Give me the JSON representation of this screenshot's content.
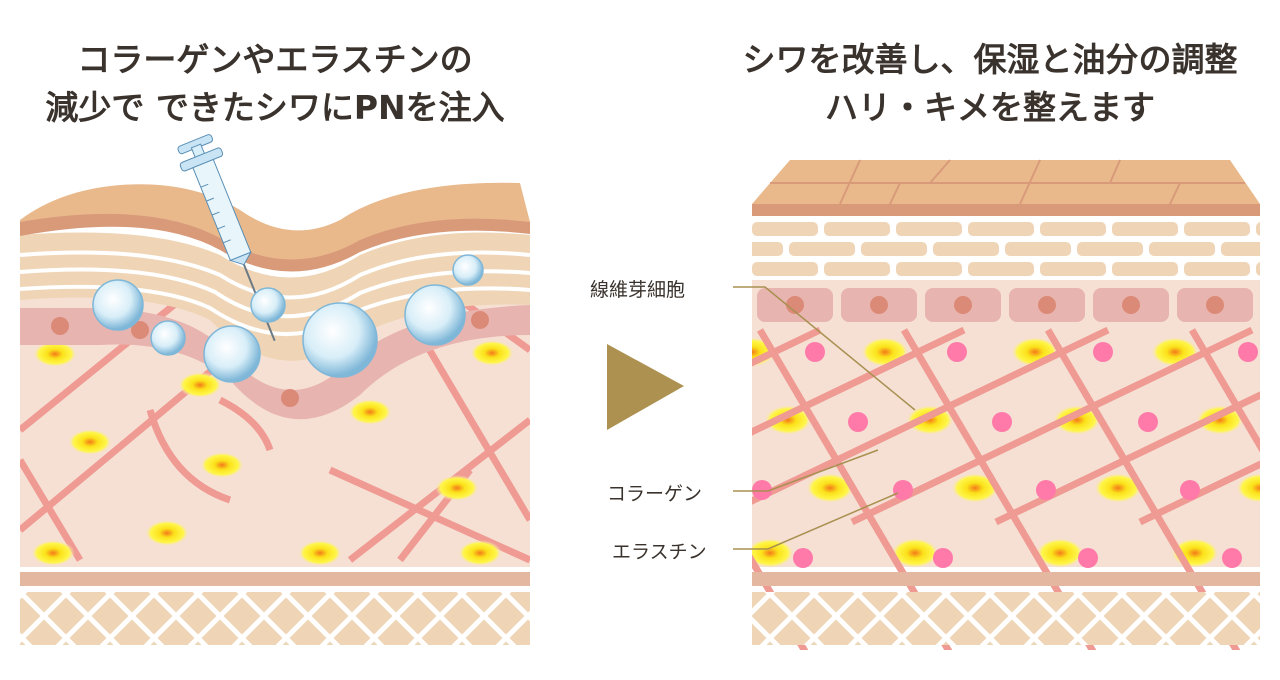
{
  "left_panel": {
    "title_line1": "コラーゲンやエラスチンの",
    "title_line2": "減少で できたシワにPNを注入"
  },
  "right_panel": {
    "title_line1": "シワを改善し、保湿と油分の調整",
    "title_line2": "ハリ・キメを整えます",
    "labels": {
      "fibroblast": "線維芽細胞",
      "collagen": "コラーゲン",
      "elastin": "エラスチン"
    }
  },
  "colors": {
    "skin_top": "#e9b98c",
    "skin_edge": "#d99a7a",
    "brick": "#efd5b5",
    "dermis": "#f6e0d4",
    "collagen": "#ef9a93",
    "node": "#ff7aa8",
    "arrow": "#ad9150",
    "leader": "#a89050"
  }
}
